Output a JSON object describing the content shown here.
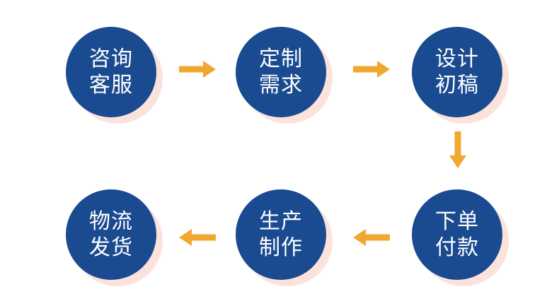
{
  "colors": {
    "circle_fill": "#1a4a90",
    "circle_shadow": "#fbe3dc",
    "arrow": "#f0a830",
    "text": "#ffffff"
  },
  "steps": [
    {
      "line1": "咨询",
      "line2": "客服"
    },
    {
      "line1": "定制",
      "line2": "需求"
    },
    {
      "line1": "设计",
      "line2": "初稿"
    },
    {
      "line1": "下单",
      "line2": "付款"
    },
    {
      "line1": "生产",
      "line2": "制作"
    },
    {
      "line1": "物流",
      "line2": "发货"
    }
  ],
  "arrows": [
    {
      "from": 0,
      "to": 1,
      "direction": "right"
    },
    {
      "from": 1,
      "to": 2,
      "direction": "right"
    },
    {
      "from": 2,
      "to": 3,
      "direction": "down"
    },
    {
      "from": 3,
      "to": 4,
      "direction": "left"
    },
    {
      "from": 4,
      "to": 5,
      "direction": "left"
    }
  ]
}
